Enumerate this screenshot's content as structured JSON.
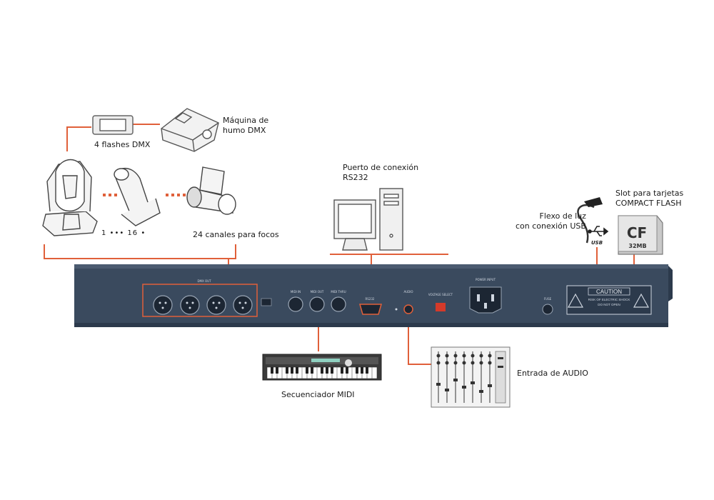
{
  "labels": {
    "flashes": "4 flashes DMX",
    "smoke_line1": "Máquina de",
    "smoke_line2": "humo DMX",
    "fixtures": "24 canales para focos",
    "fixture_range": "1 ••• 16  •",
    "rs232_line1": "Puerto de conexión",
    "rs232_line2": "RS232",
    "usb_light_line1": "Flexo de luz",
    "usb_light_line2": "con conexión USB",
    "cf_slot_line1": "Slot para tarjetas",
    "cf_slot_line2": "COMPACT FLASH",
    "midi_seq": "Secuenciador MIDI",
    "audio_in": "Entrada de AUDIO"
  },
  "panel": {
    "dmx_out": "DMX OUT",
    "midi_in": "MIDI IN",
    "midi_out": "MIDI OUT",
    "midi_thru": "MIDI THRU",
    "rs232": "RS232",
    "audio": "AUDIO",
    "voltage_select": "VOLTAGE SELECT",
    "power_input": "POWER INPUT",
    "fuse": "FUSE",
    "caution_title": "CAUTION",
    "caution_line1": "RISK OF ELECTRIC SHOCK",
    "caution_line2": "DO NOT OPEN"
  },
  "icons": {
    "usb_text": "USB",
    "cf_big": "CF",
    "cf_capacity": "32MB"
  },
  "colors": {
    "connector_line": "#e0603a",
    "panel_body": "#3a4a5e",
    "panel_dark": "#243244"
  }
}
